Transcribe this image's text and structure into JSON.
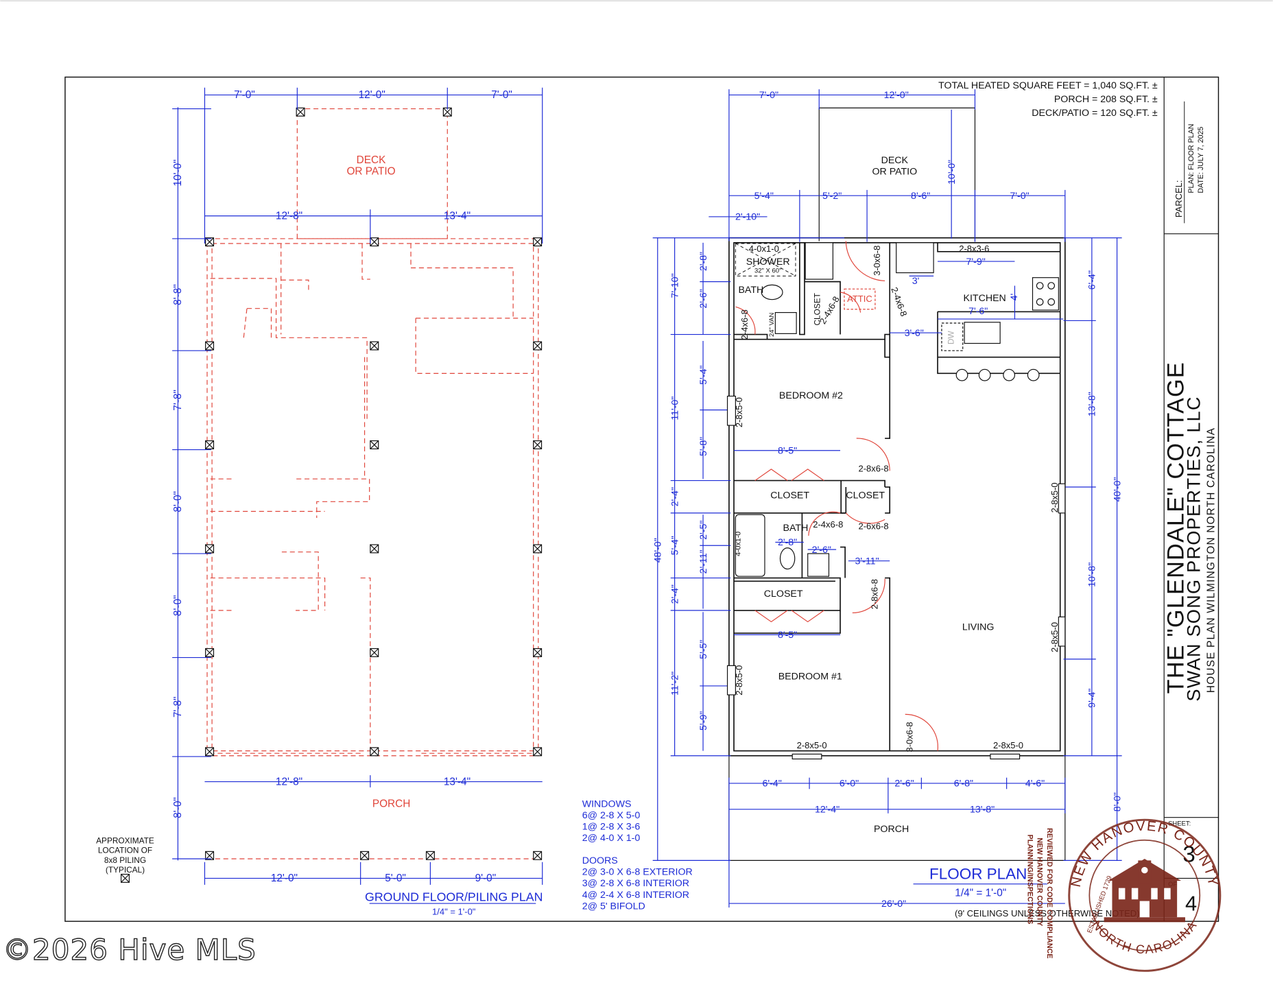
{
  "left_plan": {
    "deck_label_1": "DECK",
    "deck_label_2": "OR PATIO",
    "porch_label": "PORCH",
    "title": "GROUND FLOOR/PILING PLAN",
    "scale": "1/4\" = 1'-0\"",
    "top_dims": [
      "7'-0\"",
      "12'-0\"",
      "7'-0\""
    ],
    "mid_dims": [
      "12'-8\"",
      "13'-4\""
    ],
    "left_dims": [
      "10'-0\"",
      "8'-8\"",
      "7'-8\"",
      "8'-0\"",
      "8'-0\"",
      "7'-8\"",
      "8'-0\""
    ],
    "bottom_dims": [
      "12'-0\"",
      "5'-0\"",
      "9'-0\""
    ],
    "piling_note": [
      "APPROXIMATE",
      "LOCATION OF",
      "8x8 PILING",
      "(TYPICAL)"
    ]
  },
  "right_plan": {
    "area_lines": [
      "TOTAL HEATED SQUARE FEET = 1,040 SQ.FT. ±",
      "PORCH = 208 SQ.FT. ±",
      "DECK/PATIO = 120 SQ.FT. ±"
    ],
    "deck_label_1": "DECK",
    "deck_label_2": "OR PATIO",
    "rooms": {
      "shower": "SHOWER",
      "shower_size": "32\" X 60\"",
      "shower_window": "4-0x1-0",
      "bath1": "BATH",
      "closet_v": "CLOSET",
      "attic": "ATTIC",
      "kitchen": "KITCHEN",
      "dw": "DW",
      "bedroom2": "BEDROOM #2",
      "closet_a": "CLOSET",
      "closet_b": "CLOSET",
      "bath2": "BATH",
      "closet_c": "CLOSET",
      "living": "LIVING",
      "bedroom1": "BEDROOM #1",
      "porch": "PORCH"
    },
    "dims": {
      "top1": "7'-0\"",
      "top2": "12'-0\"",
      "deck_v": "10'-0\"",
      "row2": [
        "5'-4\"",
        "5'-2\"",
        "8'-6\"",
        "7'-0\""
      ],
      "d210": "2'-10\"",
      "kit1": "7'-9\"",
      "kit2": "3'",
      "kit3": "7'-6\"",
      "kit4": "3'-6\"",
      "kit5": "4'",
      "left_outer": [
        "7'-10\"",
        "11'-0\"",
        "2'-4\"",
        "5'-4\"",
        "2'-4\"",
        "11'-2\""
      ],
      "left_inner": [
        "2'-8\"",
        "2'-6\"",
        "5'-4\"",
        "5'-8\"",
        "2'-5\"",
        "2'-11\"",
        "5'-5\"",
        "5'-9\""
      ],
      "overall_48": "48'-0\"",
      "right_outer": [
        "6'-4\"",
        "13'-8\"",
        "10'-8\"",
        "9'-4\""
      ],
      "overall_40": "40'-0\"",
      "porch_v": "8'-0\"",
      "b2_width": "8'-5\"",
      "b1_width": "8'-5\"",
      "bath2_w": "2'-8\"",
      "bath2_w2": "2'-6\"",
      "d311": "3'-11\"",
      "bottom1": [
        "6'-4\"",
        "6'-0\"",
        "2'-6\"",
        "6'-8\"",
        "4'-6\""
      ],
      "bottom2": [
        "12'-4\"",
        "13'-8\""
      ],
      "overall_26": "26'-0\""
    },
    "door_tags": {
      "d1": "2-8x3-6",
      "d2": "3-0x6-8",
      "d3": "2-4x6-8",
      "d4": "2-4x6-8",
      "d5": "2-4x6-8",
      "d6": "2-8x6-8",
      "d7": "2-4x6-8",
      "d8": "2-6x6-8",
      "d9": "2-8x6-8",
      "d10": "3-0x6-8",
      "van": "24\" VAN",
      "w_b2": "2-8x5-0",
      "w_b1": "2-8x5-0",
      "w_bot1": "2-8x5-0",
      "w_bot2": "2-8x5-0",
      "w_r1": "2-8x5-0",
      "w_r2": "2-8x5-0",
      "tub": "4-0x1-0"
    },
    "schedule_windows": [
      "WINDOWS",
      "6@ 2-8 X 5-0",
      "1@ 2-8 X 3-6",
      "2@ 4-0 X 1-0"
    ],
    "schedule_doors": [
      "DOORS",
      "2@ 3-0 X 6-8 EXTERIOR",
      "3@ 2-8 X 6-8 INTERIOR",
      "4@ 2-4 X 6-8 INTERIOR",
      "2@ 5' BIFOLD"
    ],
    "title": "FLOOR PLAN",
    "scale": "1/4\" = 1'-0\"",
    "ceiling_note": "(9' CEILINGS UNLESS OTHERWISE NOTED)"
  },
  "title_block": {
    "parcel": "PARCEL:",
    "plan": "PLAN: FLOOR PLAN",
    "date": "DATE: JULY 7, 2025",
    "project": "THE \"GLENDALE\" COTTAGE",
    "company": "SWAN SONG PROPERTIES, LLC",
    "subtitle": "HOUSE PLAN    WILMINGTON    NORTH CAROLINA",
    "sheet_label": "SHEET:",
    "sheet_num": "3",
    "of_label": "OF",
    "of_num": "4"
  },
  "stamp": {
    "ring_top": "NEW HANOVER COUNTY",
    "ring_bottom": "NORTH CAROLINA",
    "est": "ESTABLISHED 1729",
    "review_lines": [
      "REVIEWED FOR CODE COMPLIANCE",
      "NEW HANOVER COUNTY",
      "PLANNING/INSPECTIONS"
    ]
  },
  "watermark": "©2026 Hive MLS",
  "colors": {
    "dim_blue": "#1d2bd6",
    "piling_red": "#e0453a",
    "stamp_brown": "#7a2418",
    "wall": "#111111"
  }
}
